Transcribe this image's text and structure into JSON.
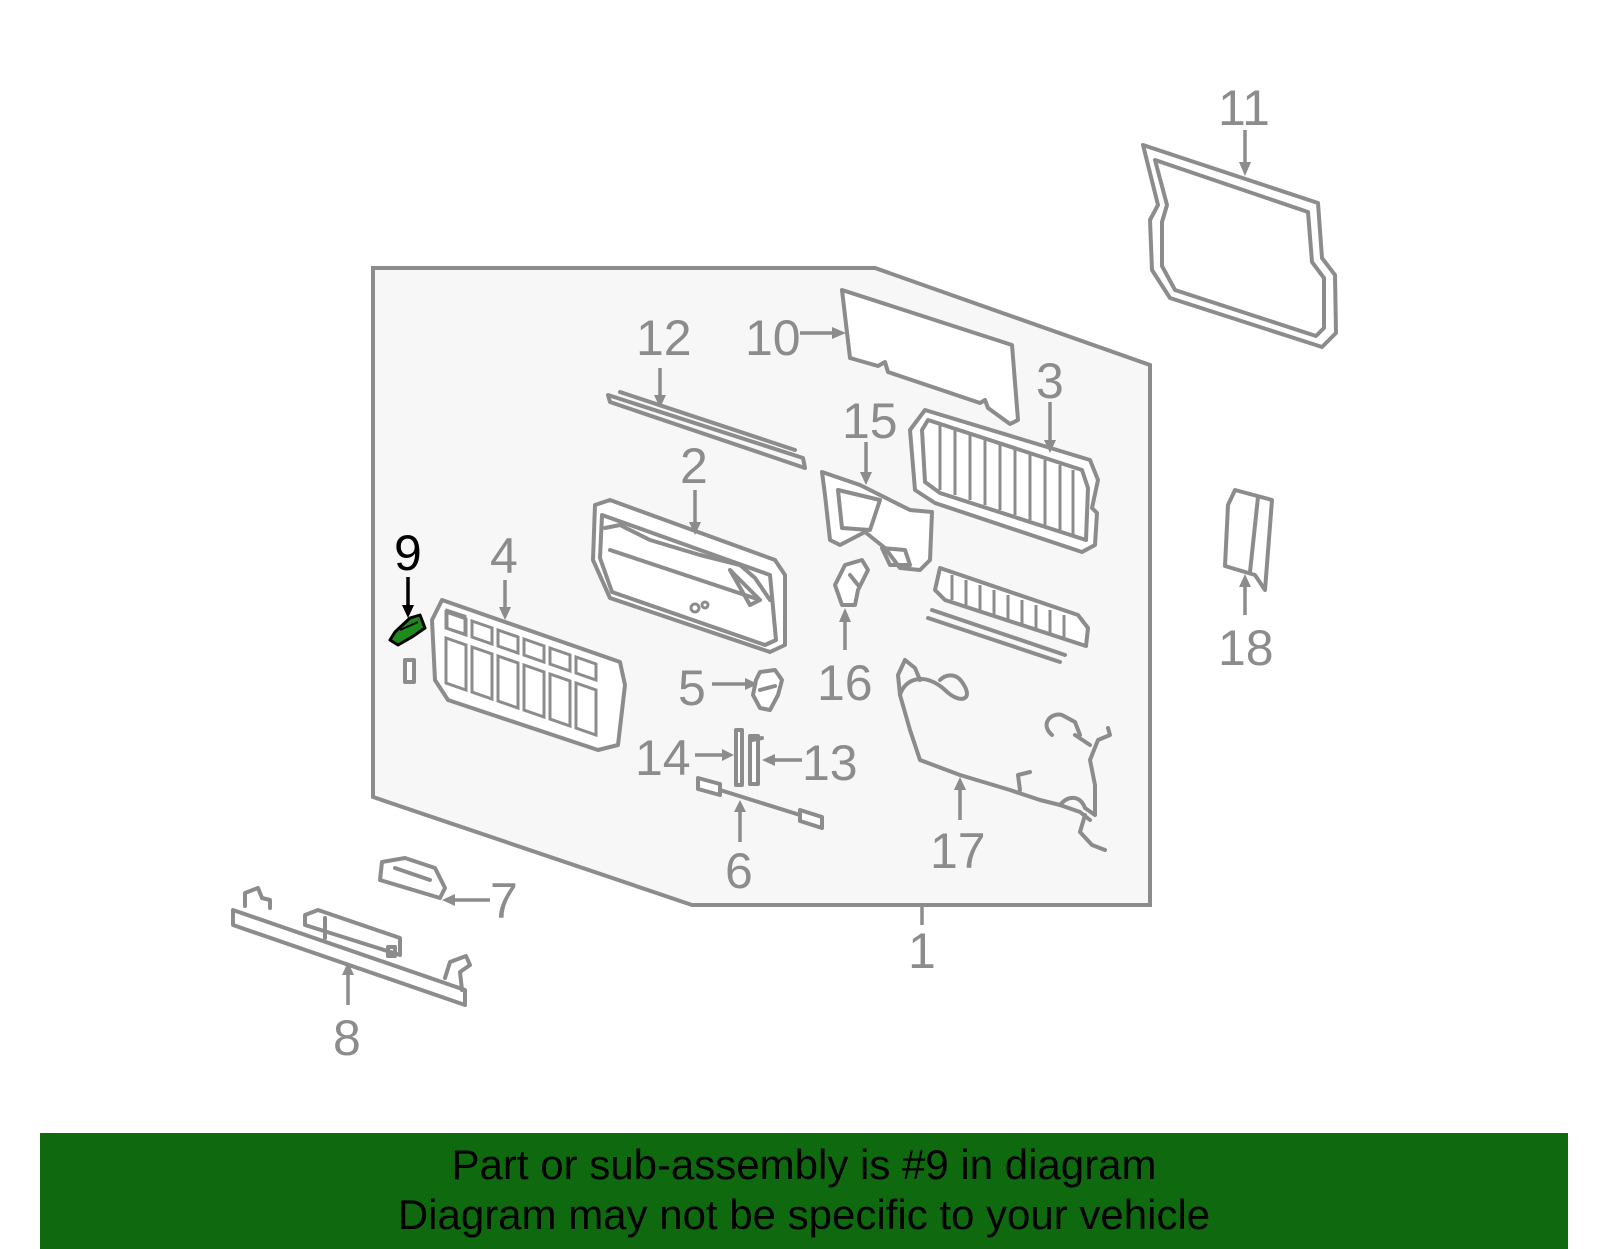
{
  "callouts": [
    {
      "id": "1",
      "label": "1"
    },
    {
      "id": "2",
      "label": "2"
    },
    {
      "id": "3",
      "label": "3"
    },
    {
      "id": "4",
      "label": "4"
    },
    {
      "id": "5",
      "label": "5"
    },
    {
      "id": "6",
      "label": "6"
    },
    {
      "id": "7",
      "label": "7"
    },
    {
      "id": "8",
      "label": "8"
    },
    {
      "id": "9",
      "label": "9"
    },
    {
      "id": "10",
      "label": "10"
    },
    {
      "id": "11",
      "label": "11"
    },
    {
      "id": "12",
      "label": "12"
    },
    {
      "id": "13",
      "label": "13"
    },
    {
      "id": "14",
      "label": "14"
    },
    {
      "id": "15",
      "label": "15"
    },
    {
      "id": "16",
      "label": "16"
    },
    {
      "id": "17",
      "label": "17"
    },
    {
      "id": "18",
      "label": "18"
    }
  ],
  "highlighted_part": "9",
  "colors": {
    "part_line": "#8c8c8c",
    "highlight_part": "#1e8a1e",
    "banner_background": "#0f6a0f",
    "assembly_panel": "#f7f7f7"
  },
  "banner": {
    "line1": "Part or sub-assembly is #9 in diagram",
    "line2": "Diagram may not be specific to your vehicle"
  }
}
